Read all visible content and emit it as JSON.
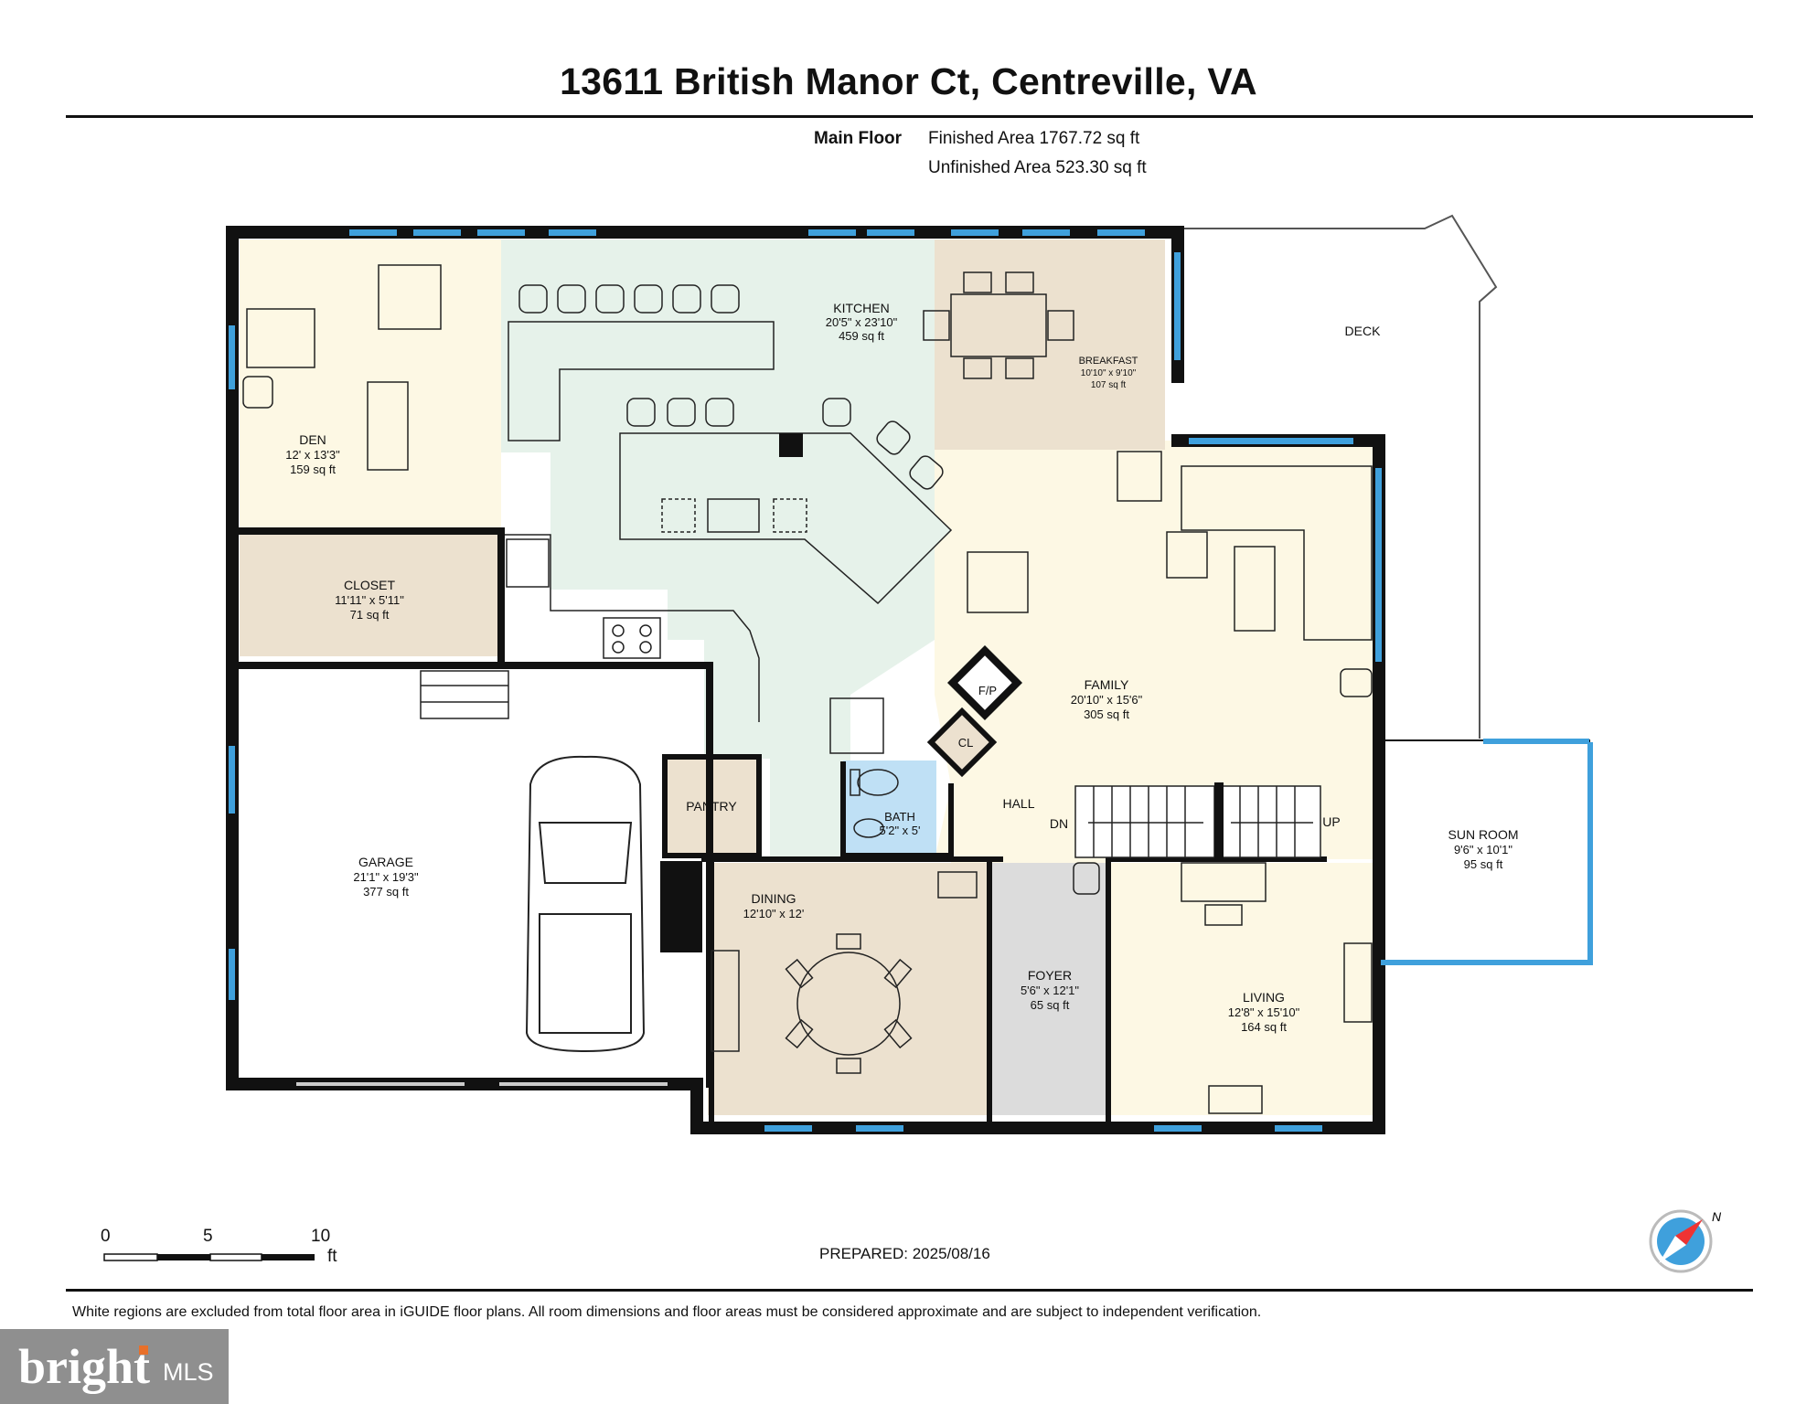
{
  "header": {
    "address": "13611 British Manor Ct, Centreville, VA",
    "floor_label": "Main Floor",
    "finished_area": "Finished Area 1767.72 sq ft",
    "unfinished_area": "Unfinished Area 523.30 sq ft"
  },
  "rooms": {
    "kitchen": {
      "name": "KITCHEN",
      "dims": "20'5\" x 23'10\"",
      "area": "459 sq ft"
    },
    "breakfast": {
      "name": "BREAKFAST",
      "dims": "10'10\" x 9'10\"",
      "area": "107 sq ft"
    },
    "deck": {
      "name": "DECK"
    },
    "den": {
      "name": "DEN",
      "dims": "12' x 13'3\"",
      "area": "159 sq ft"
    },
    "closet": {
      "name": "CLOSET",
      "dims": "11'11\" x 5'11\"",
      "area": "71 sq ft"
    },
    "family": {
      "name": "FAMILY",
      "dims": "20'10\" x 15'6\"",
      "area": "305 sq ft"
    },
    "fireplace": {
      "name": "F/P"
    },
    "cl": {
      "name": "CL"
    },
    "hall": {
      "name": "HALL"
    },
    "stairs_down": {
      "name": "DN"
    },
    "stairs_up": {
      "name": "UP"
    },
    "bath": {
      "name": "BATH",
      "dims": "5'2\" x 5'"
    },
    "pantry": {
      "name": "PANTRY"
    },
    "garage": {
      "name": "GARAGE",
      "dims": "21'1\" x 19'3\"",
      "area": "377 sq ft"
    },
    "dining": {
      "name": "DINING",
      "dims": "12'10\" x 12'"
    },
    "foyer": {
      "name": "FOYER",
      "dims": "5'6\" x 12'1\"",
      "area": "65 sq ft"
    },
    "living": {
      "name": "LIVING",
      "dims": "12'8\" x 15'10\"",
      "area": "164 sq ft"
    },
    "sunroom": {
      "name": "SUN ROOM",
      "dims": "9'6\" x 10'1\"",
      "area": "95 sq ft"
    }
  },
  "scale_bar": {
    "ticks": [
      "0",
      "5",
      "10"
    ],
    "unit": "ft"
  },
  "compass": {
    "label": "N",
    "icon": "north-compass-icon"
  },
  "footer": {
    "prepared": "PREPARED: 2025/08/16",
    "disclaimer": "White regions are excluded from total floor area in iGUIDE floor plans. All room dimensions and floor areas must be considered approximate and are subject to independent verification."
  },
  "logo": {
    "brand": "bright",
    "suffix": "MLS"
  },
  "colors": {
    "wall": "#111111",
    "window": "#3fa0dc",
    "den": "#fdf8e4",
    "kitchen": "#e6f2ea",
    "breakfast": "#ece1cf",
    "family": "#fdf8e4",
    "closet": "#ece1cf",
    "garage": "#ffffff",
    "dining": "#ece1cf",
    "foyer": "#dcdcdc",
    "living": "#fdf8e4",
    "bath": "#bfe0f5",
    "pantry": "#ece1cf",
    "sunroom": "#ffffff"
  }
}
